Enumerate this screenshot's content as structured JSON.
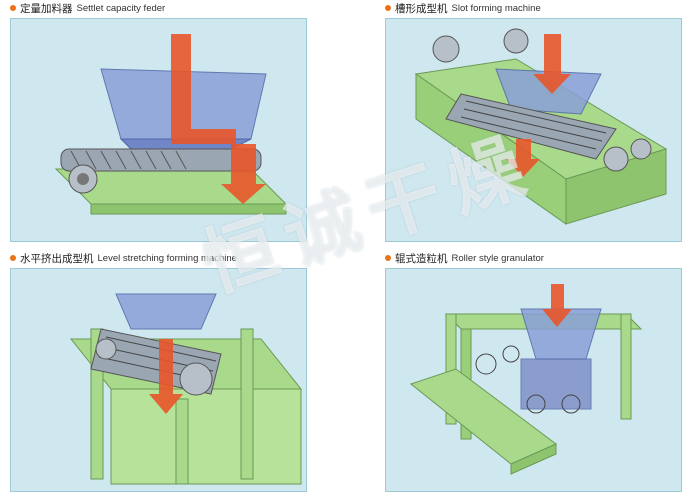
{
  "items": [
    {
      "zh": "定量加料器",
      "en": "Settlet capacity feder"
    },
    {
      "zh": "槽形成型机",
      "en": "Slot forming machine"
    },
    {
      "zh": "水平挤出成型机",
      "en": "Level stretching forming machine"
    },
    {
      "zh": "辊式造粒机",
      "en": "Roller style granulator"
    }
  ],
  "watermark": "恒诚干燥",
  "colors": {
    "bullet": "#e8731a",
    "panel_bg": "#cfe7ef",
    "frame": "#a9d98a",
    "hopper": "#8aa0d8",
    "arrow": "#e8552a"
  }
}
